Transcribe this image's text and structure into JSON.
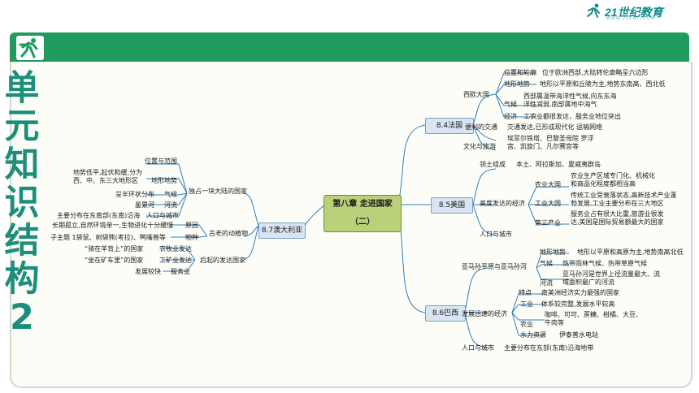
{
  "header": {
    "logo_text": "21世纪教育",
    "logo_sub": "WWW.21CNJY.COM",
    "icon": "runner-icon"
  },
  "side_title": [
    "单",
    "元",
    "知",
    "识",
    "结",
    "构",
    "2"
  ],
  "colors": {
    "accent_green": "#1f9b5e",
    "title_teal": "#1b8f7a",
    "node_fill": "#d9e5f2",
    "center_fill": "#b9d27a"
  },
  "mindmap": {
    "center": "第八章  走进国家（二）",
    "france": {
      "label": "8.4法国",
      "west_europe": "西欧大国",
      "location_label": "位置和轮廓",
      "location_text": "位于欧洲西部,大陆转伦廓略呈六边形",
      "terrain_label": "地形地势",
      "terrain_text": "地形以平原和丘陵为主,地势东南高、西北低",
      "climate_label": "气候",
      "climate_text1": "西部属温带海洋性气候,向东东海",
      "climate_text2": "洋性减弱,南部属地中海气",
      "economy_label": "经济",
      "economy_text": "工农业都很发达，服务业地位突出",
      "transport_label": "便利的交通",
      "transport_text": "交通发达,已形成现代化 运输网络",
      "culture_label": "文化与旅游",
      "culture_text1": "埃菲尔铁塔、巴黎圣母院 罗浮",
      "culture_text2": "宫、凯旋门、凡尔赛宫等"
    },
    "usa": {
      "label": "8.5美国",
      "territory_label": "领土组成",
      "territory_text": "本土、阿拉斯加、夏威夷群岛",
      "economy_label": "高度发达的经济",
      "agri_label": "农业大国",
      "agri_text1": "农业生产区域专门化、机械化",
      "agri_text2": "和商品化程度都相当高",
      "industry_label": "工业大国",
      "industry_text1": "传统工业受衰落状态,高新技术产业蓬",
      "industry_text2": "勃发展,工业主要分布在三大地区",
      "tertiary_label": "第三产业",
      "tertiary_text1": "服务业占有很大比重,旅游业很发",
      "tertiary_text2": "达,美国是国际贸易额最大的国家",
      "population_label": "人口与城市"
    },
    "brazil": {
      "label": "8.6巴西",
      "plateau_label": "亚马孙平原与亚马孙河",
      "terrain_label": "地形地势",
      "terrain_text": "地形以平原和高原为主,地势南高北低",
      "climate_label": "气候",
      "climate_text": "热带雨林气候、热带草原气候",
      "river_label": "河流",
      "river_text1": "亚马孙河是世界上径流量最大、流",
      "river_text2": "域面积最广的河流",
      "economy_label": "发展迅速的经济",
      "feature_label": "特点",
      "feature_text": "南美洲经济实力最强的国家",
      "industry_label": "工业",
      "industry_text": "体系较完整,发展水平较高",
      "agri_label": "农业",
      "agri_text1": "咖啡、可可、蔗糖、柑橘、大豆、",
      "agri_text2": "牛肉等",
      "water_label": "水力资源",
      "water_text": "伊泰普水电站",
      "population_label": "人口与城市",
      "population_text": "主要分布在东部(东南)沿海地带"
    },
    "australia": {
      "label": "8.7澳大利亚",
      "continent_label": "独占一块大陆的国家",
      "location_label": "位置与范围",
      "terrain_label": "地形地势",
      "terrain_text1": "地势低平,起伏和缓,分为",
      "terrain_text2": "西、中、东三大地形区",
      "climate_label": "气候",
      "climate_text": "呈半环状分布",
      "river_label": "河流",
      "river_text": "墨累河",
      "population_label": "人口与城市",
      "population_text": "主要分布在东南部(东南)沿海",
      "ancient_label": "古老的动植物",
      "reason_label": "原因",
      "reason_text": "长期孤立,自然环境单一,生物进化十分缓慢",
      "animals_label": "物种",
      "animals_text": "子主题 1袋鼠、树袋熊(考拉)、鸭嘴兽等",
      "developed_label": "后起的发达国家",
      "agri_label": "农牧业发达",
      "agri_text": "“骑在羊背上”的国家",
      "industry_label": "工矿业发达",
      "industry_text": "“坐在矿车里”的国家",
      "service_label": "服务业",
      "service_text": "发展较快"
    }
  }
}
